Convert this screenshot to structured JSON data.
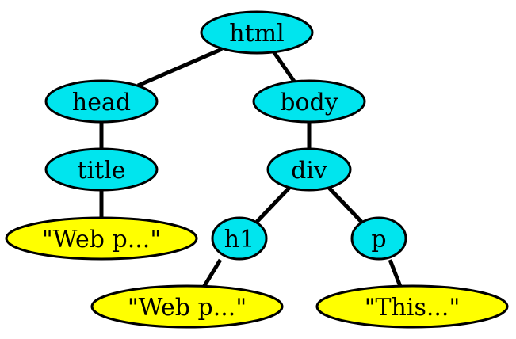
{
  "tree": {
    "colors": {
      "element": "#00e5ee",
      "text": "#ffff00",
      "stroke": "#000000"
    },
    "nodes": {
      "html": {
        "label": "html",
        "kind": "element"
      },
      "head": {
        "label": "head",
        "kind": "element"
      },
      "body": {
        "label": "body",
        "kind": "element"
      },
      "title": {
        "label": "title",
        "kind": "element"
      },
      "div": {
        "label": "div",
        "kind": "element"
      },
      "text1": {
        "label": "\"Web p...\"",
        "kind": "text"
      },
      "h1": {
        "label": "h1",
        "kind": "element"
      },
      "p": {
        "label": "p",
        "kind": "element"
      },
      "text2": {
        "label": "\"Web p...\"",
        "kind": "text"
      },
      "text3": {
        "label": "\"This...\"",
        "kind": "text"
      }
    },
    "edges": [
      [
        "html",
        "head"
      ],
      [
        "html",
        "body"
      ],
      [
        "head",
        "title"
      ],
      [
        "title",
        "text1"
      ],
      [
        "body",
        "div"
      ],
      [
        "div",
        "h1"
      ],
      [
        "div",
        "p"
      ],
      [
        "h1",
        "text2"
      ],
      [
        "p",
        "text3"
      ]
    ]
  }
}
